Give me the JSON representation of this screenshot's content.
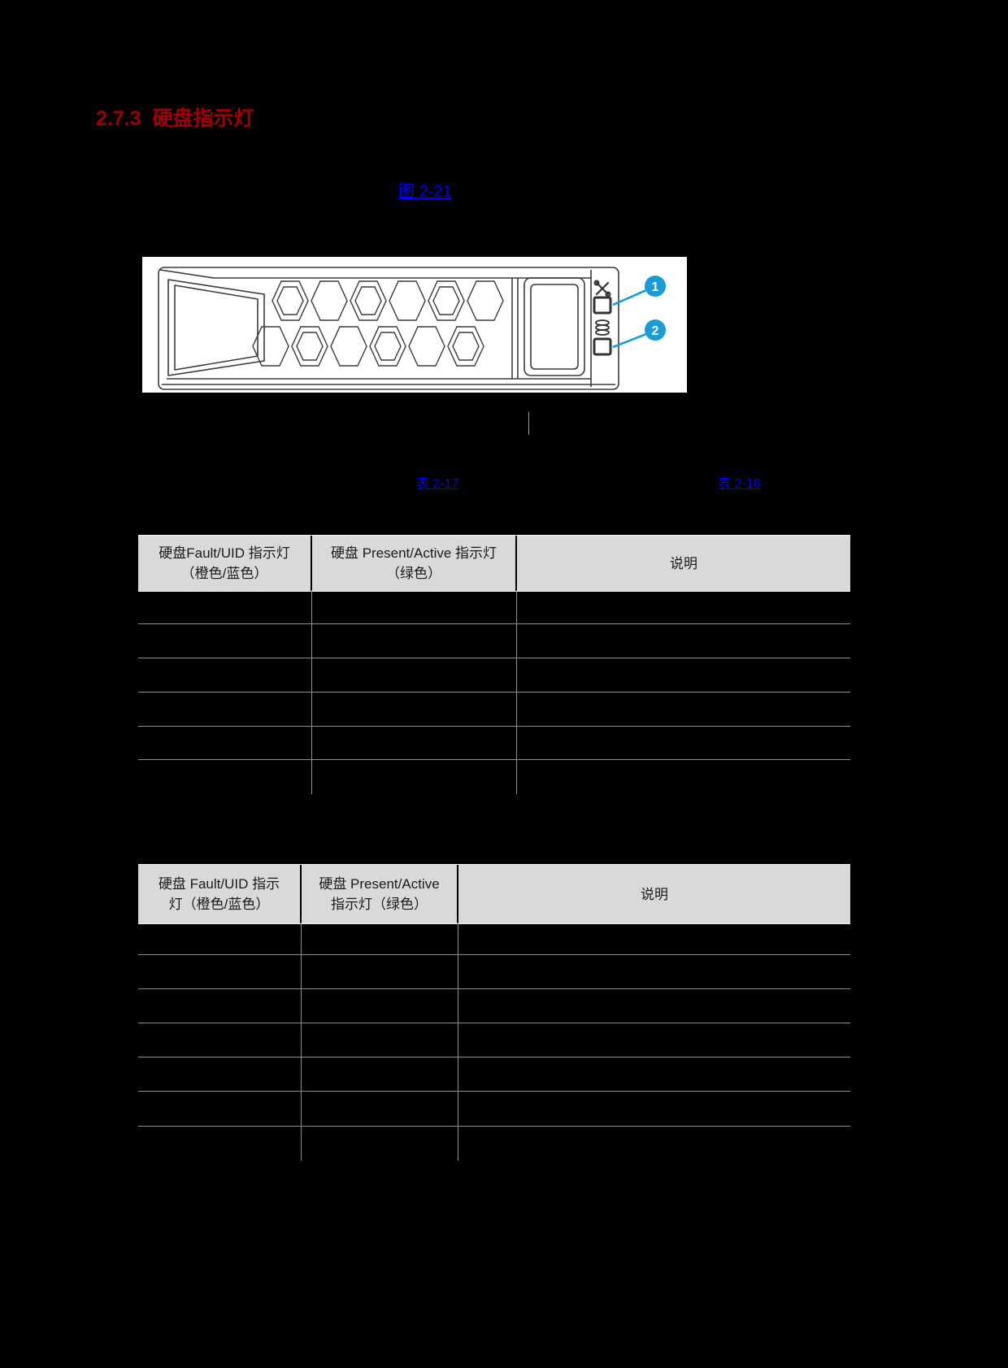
{
  "heading": {
    "text": "2.7.3  硬盘指示灯",
    "color": "#A00000"
  },
  "links": {
    "figure_ref": "图 2-21",
    "table17_ref": "表 2-17",
    "table18_ref": "表 2-18",
    "link_color": "#0000FF"
  },
  "figure": {
    "callout1": "1",
    "callout2": "2",
    "callout_color": "#199CD8",
    "icon_names": [
      "wrench-icon",
      "disk-icon"
    ]
  },
  "colors": {
    "table_header_bg": "#D9D9D9",
    "table_grid": "#8F8F8F",
    "figure_bg": "#FFFFFF",
    "page_bg": "#000000"
  },
  "table1": {
    "headers": [
      {
        "line1": "硬盘Fault/UID 指示灯",
        "line2": "（橙色/蓝色）"
      },
      {
        "line1": "硬盘 Present/Active 指示灯",
        "line2": "（绿色）"
      },
      {
        "line1": "说明",
        "line2": ""
      }
    ],
    "rows": [
      [
        "",
        "",
        ""
      ],
      [
        "",
        "",
        ""
      ],
      [
        "",
        "",
        ""
      ],
      [
        "",
        "",
        ""
      ],
      [
        "",
        "",
        ""
      ],
      [
        "",
        "",
        ""
      ]
    ]
  },
  "table2": {
    "headers": [
      {
        "line1": "硬盘 Fault/UID 指示",
        "line2": "灯（橙色/蓝色）"
      },
      {
        "line1": "硬盘 Present/Active",
        "line2": "指示灯（绿色）"
      },
      {
        "line1": "说明",
        "line2": ""
      }
    ],
    "rows": [
      [
        "",
        "",
        ""
      ],
      [
        "",
        "",
        ""
      ],
      [
        "",
        "",
        ""
      ],
      [
        "",
        "",
        ""
      ],
      [
        "",
        "",
        ""
      ],
      [
        "",
        "",
        ""
      ],
      [
        "",
        "",
        ""
      ]
    ]
  }
}
